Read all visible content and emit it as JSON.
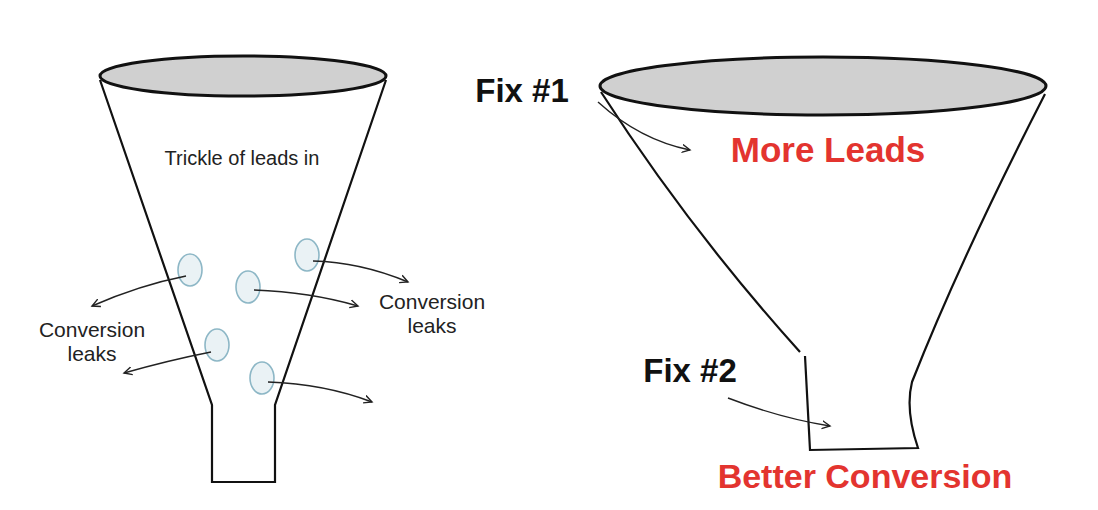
{
  "diagram": {
    "labels": [
      "Trickle of leads in",
      "Conversion leaks",
      "Conversion leaks",
      "Fix #1",
      "More Leads",
      "Fix #2",
      "Better Conversion"
    ]
  }
}
